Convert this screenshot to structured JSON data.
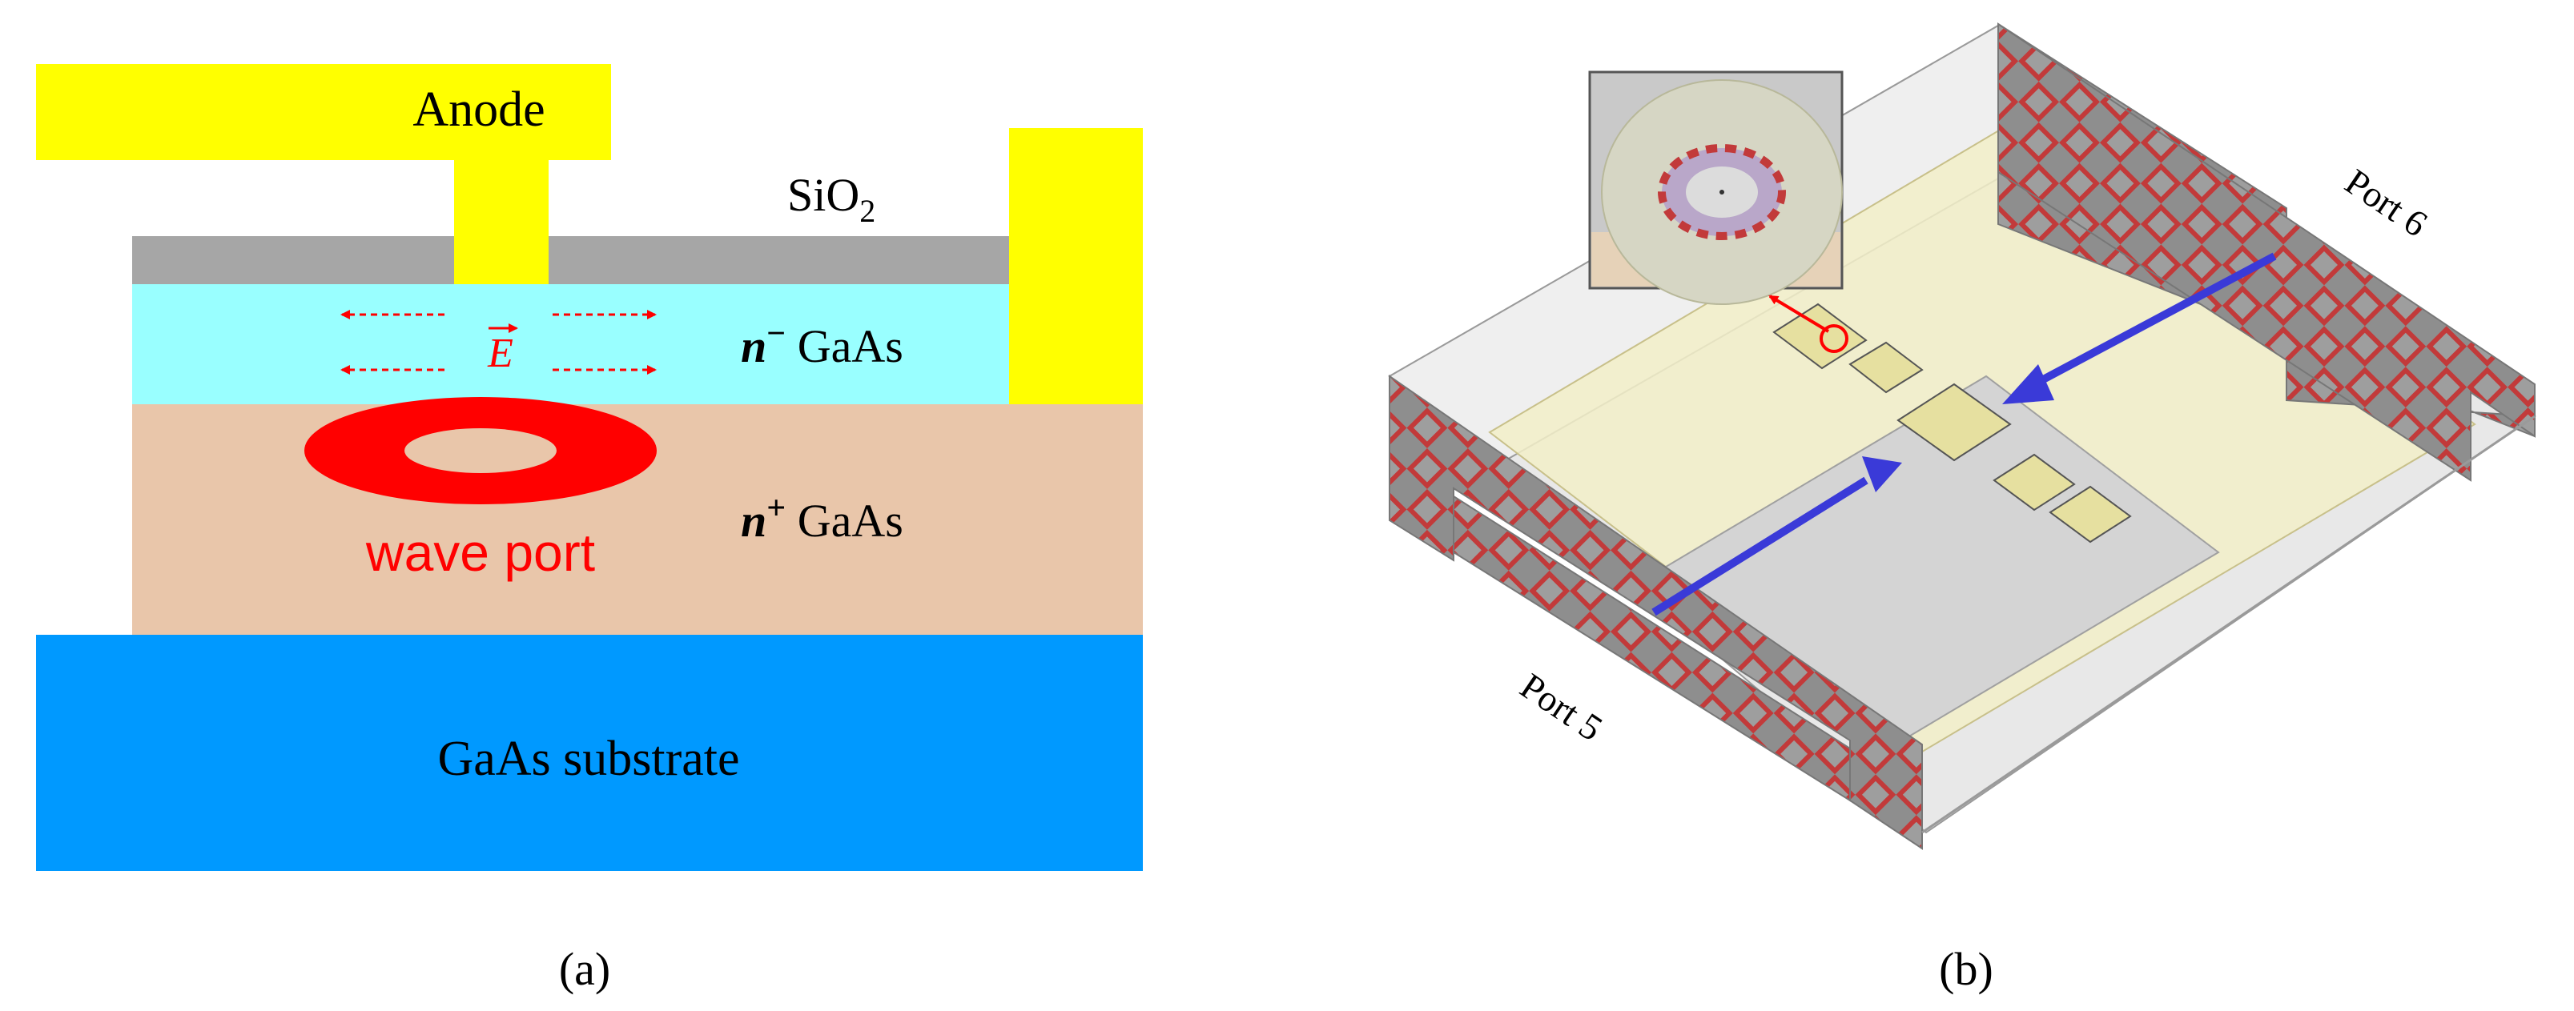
{
  "panel_a": {
    "anode_label": "Anode",
    "oxide_label": "SiO",
    "oxide_subscript": "2",
    "field_label": "E",
    "n_minus_label": "n",
    "n_minus_sup": "−",
    "n_minus_material": " GaAs",
    "n_plus_label": "n",
    "n_plus_sup": "+",
    "n_plus_material": " GaAs",
    "wave_port_label": "wave port",
    "substrate_label": "GaAs substrate",
    "caption": "(a)",
    "colors": {
      "metal": "#FFFF00",
      "oxide": "#A6A6A6",
      "n_minus": "#99FFFF",
      "n_plus": "#E9C6AA",
      "substrate": "#0099FF",
      "wave_port": "#FF0000"
    }
  },
  "panel_b": {
    "port6_label": "Port 6",
    "port5_label": "Port 5",
    "caption": "(b)",
    "colors": {
      "arrow": "#3A3AD8",
      "wall_red": "#D33A3A",
      "wall_gray": "#8E8E8E",
      "pad_yellow": "#E6E0A0"
    }
  }
}
